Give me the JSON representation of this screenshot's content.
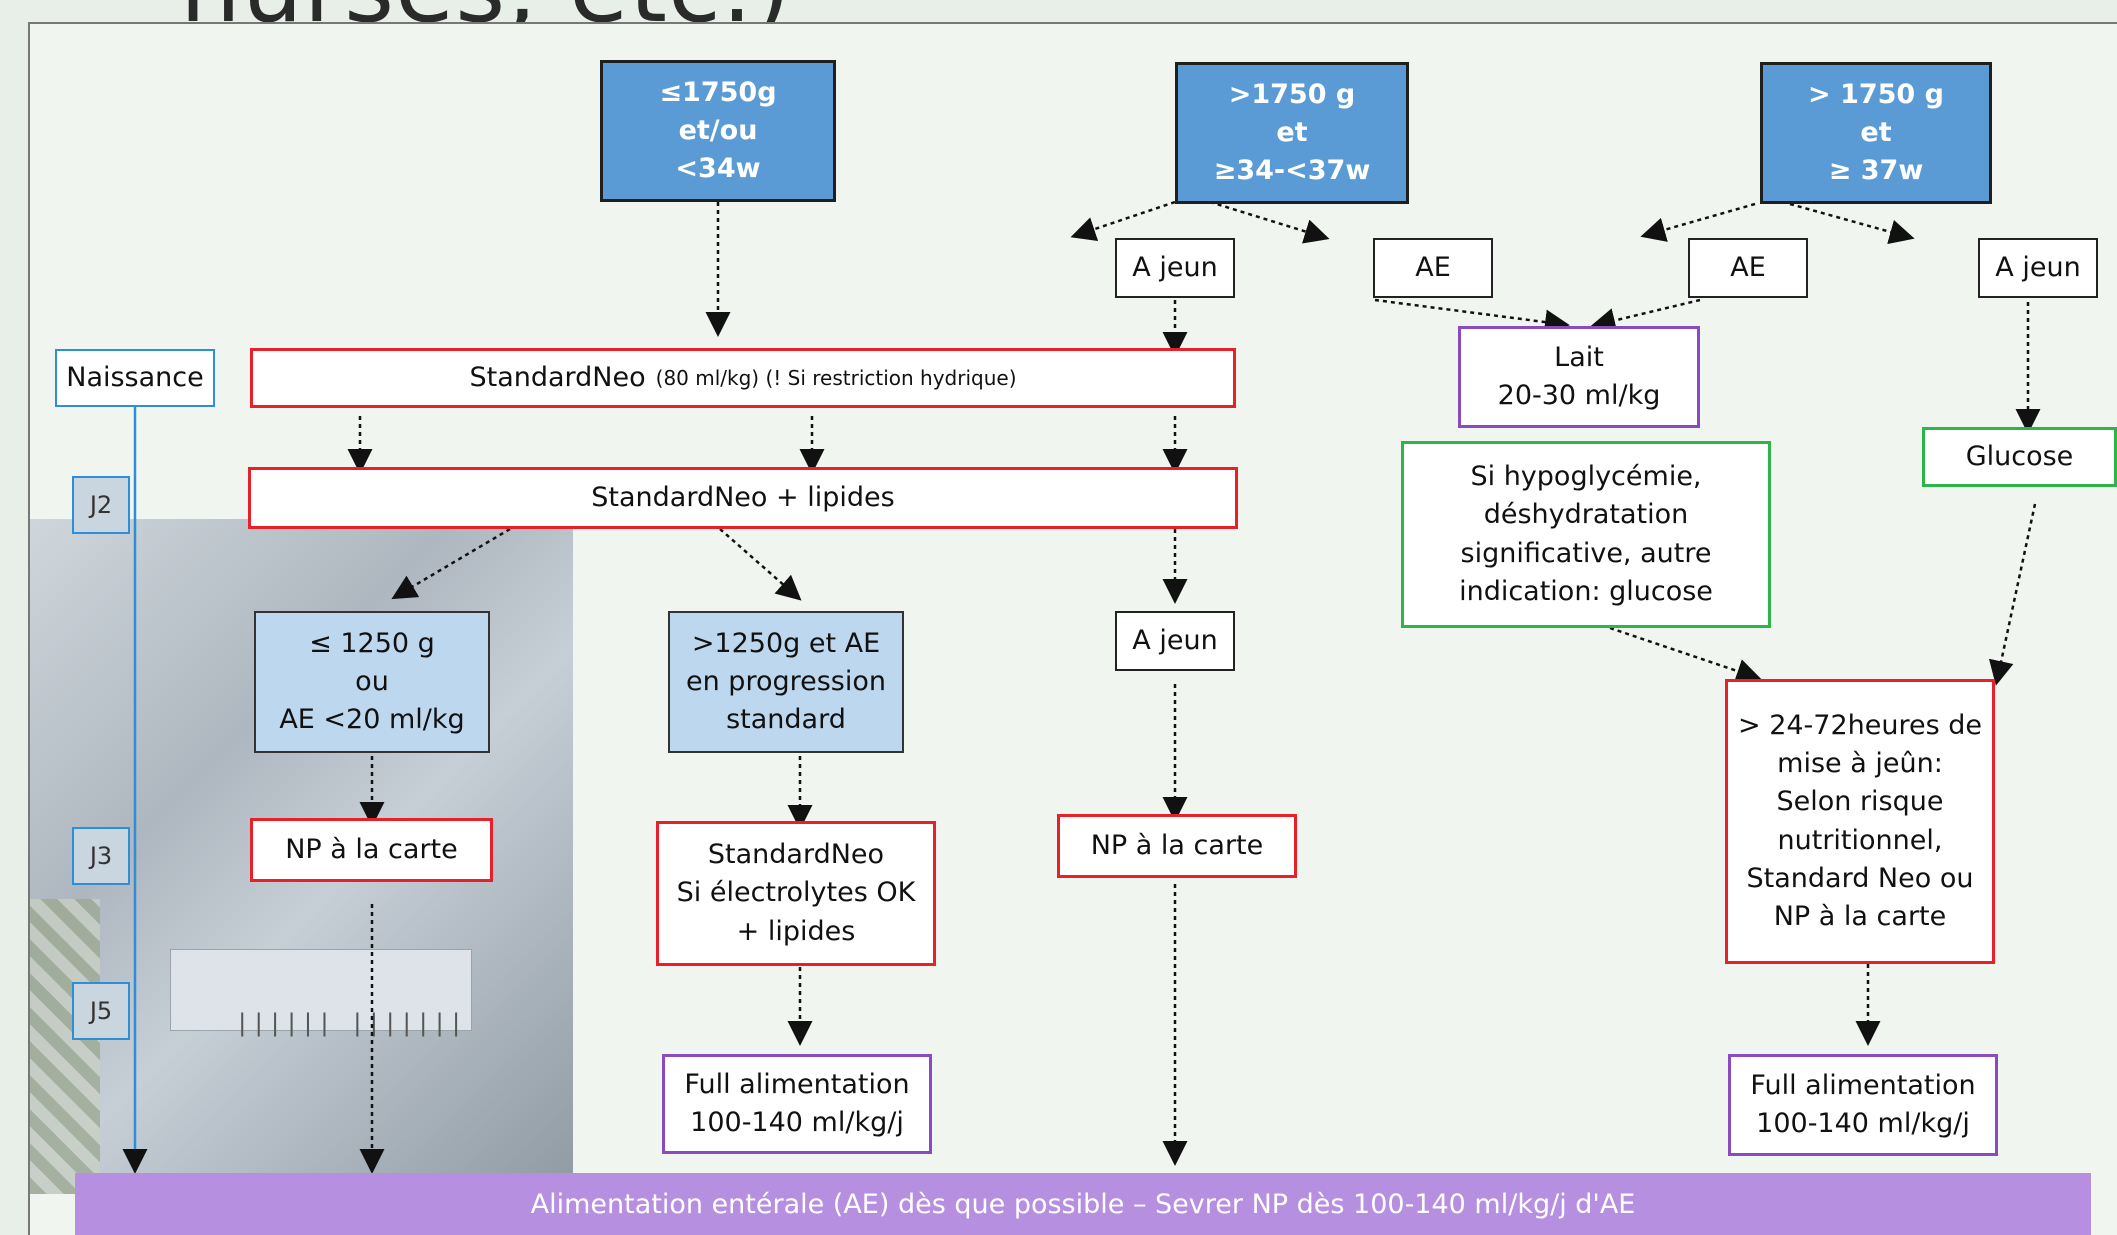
{
  "header_fragment": "nurses, etc.)",
  "timeline": {
    "naissance": "Naissance",
    "j2": "J2",
    "j3": "J3",
    "j5": "J5"
  },
  "groups": {
    "g1": "≤1750g\net/ou\n<34w",
    "g2": ">1750 g\net\n≥34-<37w",
    "g3": "> 1750 g\net\n≥ 37w"
  },
  "g2_branches": {
    "a_jeun": "A jeun",
    "ae": "AE"
  },
  "g3_branches": {
    "ae": "AE",
    "a_jeun": "A jeun"
  },
  "standard_neo": {
    "main": "StandardNeo",
    "note": "(80 ml/kg) (! Si restriction hydrique)"
  },
  "standard_neo_lipides": "StandardNeo + lipides",
  "sub_boxes": {
    "le1250": "≤ 1250 g\nou\nAE <20 ml/kg",
    "gt1250": ">1250g et AE\nen progression\nstandard",
    "a_jeun_mid": "A jeun"
  },
  "np_carte_left": "NP à la carte",
  "standardneo_electrolytes": "StandardNeo\nSi électrolytes OK\n+ lipides",
  "np_carte_mid": "NP à la carte",
  "full_alim_left": "Full alimentation\n100-140 ml/kg/j",
  "lait": "Lait\n20-30 ml/kg",
  "glucose": "Glucose",
  "hypoglycemie": "Si hypoglycémie,\ndéshydratation\nsignificative, autre\nindication: glucose",
  "mise_a_jeun": "> 24-72heures de\nmise à jeûn:\nSelon risque\nnutritionnel,\nStandard Neo ou\nNP à la carte",
  "full_alim_right": "Full alimentation\n100-140 ml/kg/j",
  "footer": "Alimentation entérale (AE) dès que possible – Sevrer NP dès 100-140 ml/kg/j d'AE",
  "colors": {
    "blue_dark": "#5b9bd5",
    "blue_light": "#bdd7ee",
    "red": "#e8202a",
    "purple": "#8a4bbf",
    "green": "#2db54b",
    "footer": "#b68fe0"
  }
}
